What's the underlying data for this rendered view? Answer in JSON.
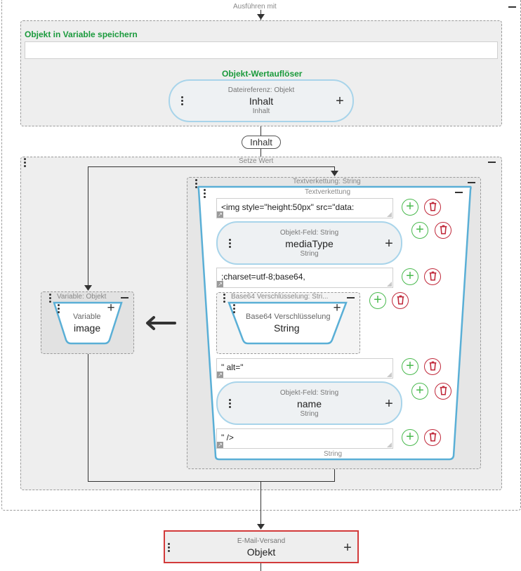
{
  "outer": {
    "label": "Ausführen mit"
  },
  "save_variable": {
    "title": "Objekt in Variable speichern",
    "input_value": "",
    "resolver_title": "Objekt-Wertauflöser",
    "resolver_node": {
      "type": "Dateireferenz: Objekt",
      "name": "Inhalt",
      "sub": "Inhalt"
    }
  },
  "connector_label": "Inhalt",
  "set_value": {
    "label": "Setze Wert"
  },
  "variable_box": {
    "label": "Variable: Objekt",
    "type": "Variable",
    "name": "image"
  },
  "text_concat_outer": {
    "label": "Textverkettung: String"
  },
  "text_concat": {
    "label": "Textverkettung",
    "footer": "String",
    "items": [
      {
        "kind": "text",
        "value": "<img style=\"height:50px\" src=\"data:"
      },
      {
        "kind": "node",
        "type": "Objekt-Feld: String",
        "name": "mediaType",
        "sub": "String"
      },
      {
        "kind": "text",
        "value": ";charset=utf-8;base64,"
      },
      {
        "kind": "b64",
        "label": "Base64 Verschlüsselung: Stri...",
        "type": "Base64 Verschlüsselung",
        "name": "String"
      },
      {
        "kind": "text",
        "value": "\" alt=\""
      },
      {
        "kind": "node",
        "type": "Objekt-Feld: String",
        "name": "name",
        "sub": "String"
      },
      {
        "kind": "text",
        "value": "\" />"
      }
    ]
  },
  "email": {
    "type": "E-Mail-Versand",
    "name": "Objekt"
  },
  "icons": {
    "arrow": "arrow-left-icon",
    "add": "plus-circle-icon",
    "delete": "trash-icon",
    "drag": "drag-handle-icon"
  },
  "colors": {
    "green": "#1a9a3c",
    "blue_border": "#5aafd6",
    "red": "#c0283a",
    "email_border": "#d23a3a"
  }
}
